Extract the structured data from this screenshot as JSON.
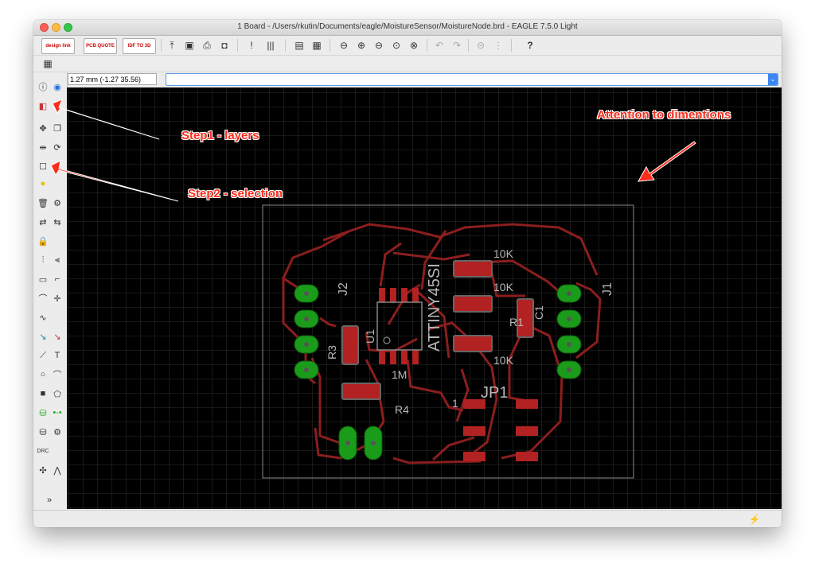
{
  "window": {
    "title": "1 Board - /Users/rkutin/Documents/eagle/MoistureSensor/MoistureNode.brd - EAGLE 7.5.0 Light"
  },
  "toolbar": {
    "brand_buttons": [
      {
        "label": "design link"
      },
      {
        "label": "PCB QUOTE"
      },
      {
        "label": "IDF TO 3D"
      }
    ],
    "icons": [
      "open-icon",
      "save-icon",
      "print-icon",
      "cam-icon",
      "script-icon",
      "ulp-icon",
      "board-icon",
      "schematic-icon",
      "zoom-fit-icon",
      "zoom-in-icon",
      "zoom-out-icon",
      "zoom-redraw-icon",
      "zoom-area-icon",
      "undo-icon",
      "redo-icon",
      "stop-icon",
      "go-icon",
      "help-icon"
    ]
  },
  "grid_button": {
    "icon": "grid-icon"
  },
  "command": {
    "coordinates": "1.27 mm (-1.27 35.56)",
    "input_value": ""
  },
  "canvas": {
    "labels": {
      "j2": "J2",
      "j1": "J1",
      "r2": "10K",
      "r2b": "10K",
      "r1": "R1",
      "r1b": "10K",
      "c1": "C1",
      "ic": "ATTINY45SI",
      "u1": "U1",
      "r3": "R3",
      "r4": "R4",
      "r4v": "1M",
      "jp1": "JP1",
      "pin1": "1"
    }
  },
  "annotations": {
    "step1": "Step1 - layers",
    "step2": "Step2 - selection",
    "dims": "Attention to dimentions"
  },
  "colors": {
    "trace": "#8b1e1e",
    "pad": "#1a9c1a",
    "smd": "#b22222",
    "grid": "#444444",
    "annotation": "#ff2b1a"
  }
}
